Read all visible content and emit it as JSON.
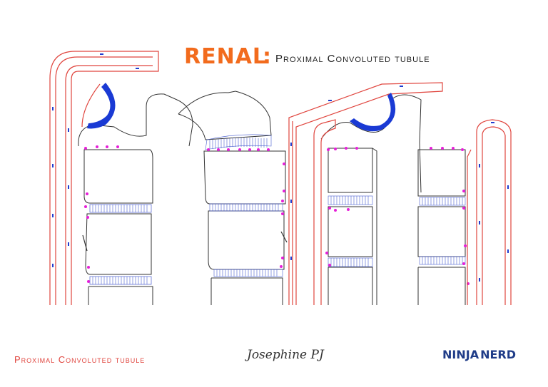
{
  "header": {
    "title": "RENAL",
    "colon": ":",
    "subtitle": "Proximal Convoluted tubule"
  },
  "footer": {
    "left_label": "Proximal Convoluted tubule",
    "signature": "Josephine PJ",
    "logo_part1": "NINJA",
    "logo_part2": "NERD"
  },
  "colors": {
    "title_orange": "#f26b1d",
    "membrane_red": "#e0453e",
    "nucleus_blue": "#1f3ccf",
    "basement_blue": "#1a3ad4",
    "microvilli_blue": "#4a5fd0",
    "junction_magenta": "#e61fd8",
    "outline": "#333333"
  },
  "icons": {
    "basement_membrane_cap": "blue-crescent",
    "cell_junction": "magenta-dot"
  }
}
